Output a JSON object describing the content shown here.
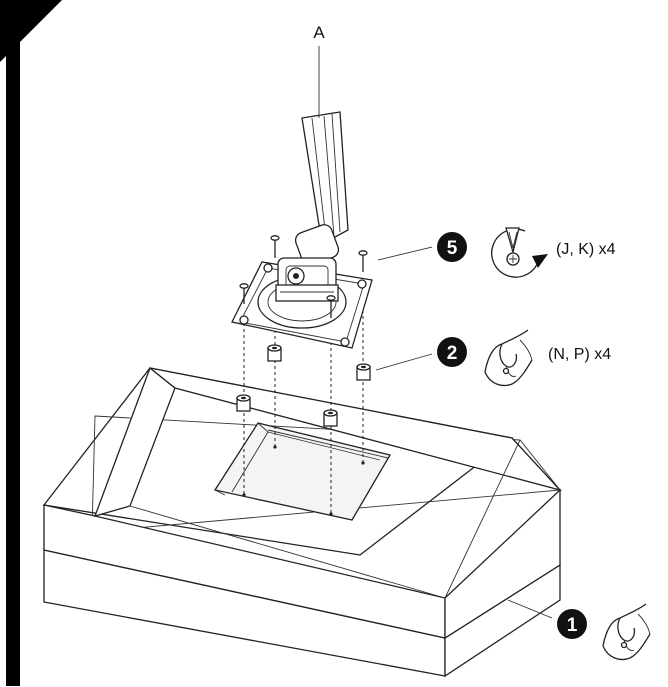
{
  "labels": {
    "part_a": "A"
  },
  "steps": [
    {
      "number": "5",
      "action": "screwdriver-turn",
      "text": "(J, K) x4"
    },
    {
      "number": "2",
      "action": "hand-place",
      "text": "(N, P) x4"
    },
    {
      "number": "1",
      "action": "hand-place",
      "text": ""
    }
  ],
  "colors": {
    "ink": "#111111",
    "badge": "#111111",
    "corner": "#000000",
    "background": "#ffffff"
  },
  "icons": [
    "screwdriver-rotate-icon",
    "hand-icon",
    "hand-icon"
  ]
}
